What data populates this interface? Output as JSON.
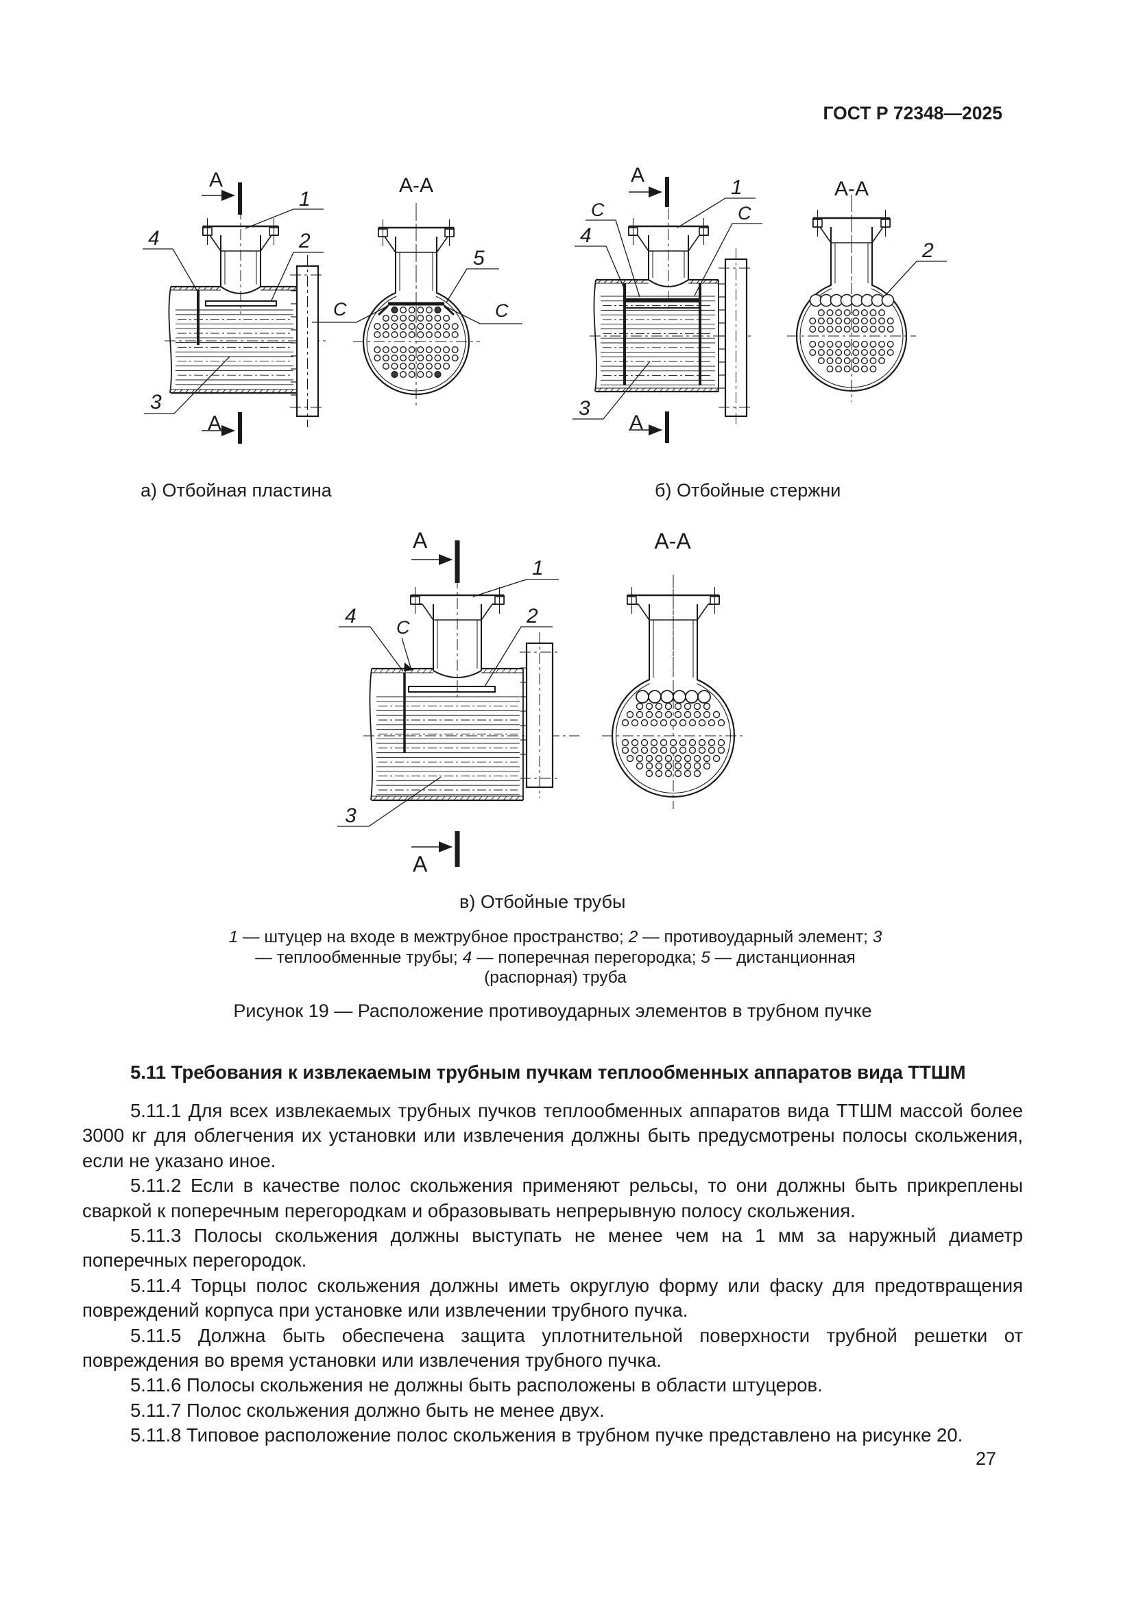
{
  "page": {
    "header": "ГОСТ Р 72348—2025",
    "number": "27"
  },
  "figure": {
    "caption": "Рисунок 19 — Расположение противоударных элементов в трубном пучке",
    "subcaptions": {
      "a": "а) Отбойная пластина",
      "b": "б) Отбойные стержни",
      "v": "в) Отбойные трубы"
    },
    "labels": {
      "section_arrow": "А",
      "section_view": "А-А",
      "weld": "С",
      "n1": "1",
      "n2": "2",
      "n3": "3",
      "n4": "4",
      "n5": "5"
    },
    "legend": {
      "items": [
        {
          "num": "1",
          "text": "— штуцер на входе в межтрубное пространство;"
        },
        {
          "num": "2",
          "text": "— противоударный элемент;"
        },
        {
          "num": "3",
          "text": "— теплообменные трубы;"
        },
        {
          "num": "4",
          "text": "— поперечная перегородка;"
        },
        {
          "num": "5",
          "text": "— дистанционная (распорная) труба"
        }
      ]
    }
  },
  "section": {
    "heading": "5.11 Требования к извлекаемым трубным пучкам теплообменных аппаратов вида ТТШМ",
    "paragraphs": [
      "5.11.1 Для всех извлекаемых трубных пучков теплообменных аппаратов вида ТТШМ массой более 3000 кг для облегчения их установки или извлечения должны быть предусмотрены полосы скольжения, если не указано иное.",
      "5.11.2 Если в качестве полос скольжения применяют рельсы, то они должны быть прикреплены сваркой к поперечным перегородкам и образовывать непрерывную полосу скольжения.",
      "5.11.3 Полосы скольжения должны выступать не менее чем на 1 мм за наружный диаметр поперечных перегородок.",
      "5.11.4 Торцы полос скольжения должны иметь округлую форму или фаску для предотвращения повреждений корпуса при установке или извлечении трубного пучка.",
      "5.11.5 Должна быть обеспечена защита уплотнительной поверхности трубной решетки от повреждения во время установки или извлечения трубного пучка.",
      "5.11.6 Полосы скольжения не должны быть расположены в области штуцеров.",
      "5.11.7 Полос скольжения должно быть не менее двух.",
      "5.11.8 Типовое расположение полос скольжения в трубном пучке представлено на рисунке 20."
    ]
  }
}
